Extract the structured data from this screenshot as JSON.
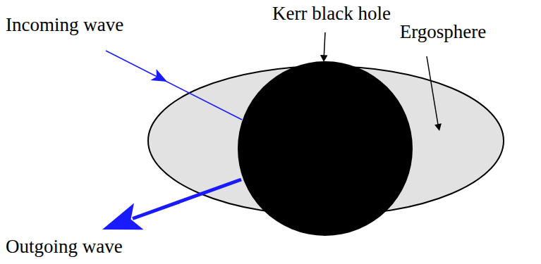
{
  "diagram": {
    "labels": [
      "Kerr black hole",
      "Incoming wave",
      "Ergosphere",
      "Outgoing wave"
    ]
  }
}
